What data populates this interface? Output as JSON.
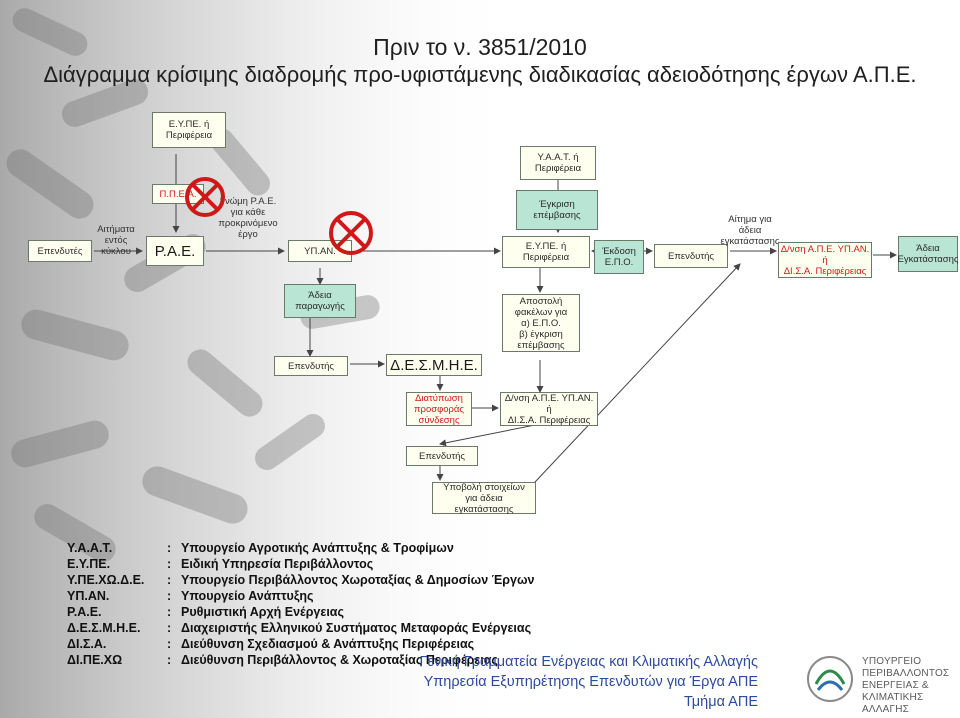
{
  "title_line1": "Πριν το ν. 3851/2010",
  "title_line2": "Διάγραμμα κρίσιμης διαδρομής προ-υφιστάμενης διαδικασίας αδειοδότησης έργων Α.Π.Ε.",
  "nodes": {
    "eype_top": "Ε.Υ.ΠΕ. ή\nΠεριφέρεια",
    "yaat": "Υ.Α.Α.Τ. ή\nΠεριφέρεια",
    "pepea": "Π.Π.Ε.Α.",
    "egkrisi_epemvasis": "Έγκριση\nεπέμβασης",
    "epend1": "Επενδυτές",
    "aitimata_label": "Αιτήματα\nεντός\nκύκλου",
    "rae": "Ρ.Α.Ε.",
    "gnomi_label": "Γνώμη Ρ.Α.Ε.\nγια κάθε\nπροκρινόμενο\nέργο",
    "ypan": "ΥΠ.ΑΝ.",
    "eype_mid": "Ε.Υ.ΠΕ. ή\nΠεριφέρεια",
    "ekdosi_epo": "Έκδοση\nΕ.Π.Ο.",
    "epend_right": "Επενδυτής",
    "aitima_label": "Αίτημα για\nάδεια\nεγκατάστασης",
    "dnsi_right": "Δ/νση Α.Π.Ε. ΥΠ.ΑΝ.\nή\nΔΙ.Σ.Α. Περιφέρειας",
    "adeia_egkatastasis": "Άδεια\nΕγκατάστασης",
    "adeia_paragogis": "Άδεια\nπαραγωγής",
    "apostoli": "Αποστολή\nφακέλων για\nα) Ε.Π.Ο.\nβ) έγκριση\nεπέμβασης",
    "epend_mid": "Επενδυτής",
    "desmie": "Δ.Ε.Σ.Μ.Η.Ε.",
    "diatyposi": "Διατύπωση\nπροσφοράς\nσύνδεσης",
    "dnsi_mid": "Δ/νση Α.Π.Ε. ΥΠ.ΑΝ.\nή\nΔΙ.Σ.Α. Περιφέρειας",
    "epend_low": "Επενδυτής",
    "ypovoli": "Υποβολή στοιχείων\nγια άδεια\nεγκατάστασης"
  },
  "legend": [
    {
      "abbr": "Υ.Α.Α.Τ.",
      "desc": "Υπουργείο Αγροτικής Ανάπτυξης & Τροφίμων"
    },
    {
      "abbr": "Ε.Υ.ΠΕ.",
      "desc": "Ειδική Υπηρεσία Περιβάλλοντος"
    },
    {
      "abbr": "Υ.ΠΕ.ΧΩ.Δ.Ε.",
      "desc": "Υπουργείο Περιβάλλοντος Χωροταξίας & Δημοσίων Έργων"
    },
    {
      "abbr": "ΥΠ.ΑΝ.",
      "desc": "Υπουργείο Ανάπτυξης"
    },
    {
      "abbr": "Ρ.Α.Ε.",
      "desc": "Ρυθμιστική Αρχή Ενέργειας"
    },
    {
      "abbr": "Δ.Ε.Σ.Μ.Η.Ε.",
      "desc": "Διαχειριστής Ελληνικού Συστήματος Μεταφοράς Ενέργειας"
    },
    {
      "abbr": "ΔΙ.Σ.Α.",
      "desc": "Διεύθυνση Σχεδιασμού & Ανάπτυξης Περιφέρειας"
    },
    {
      "abbr": "ΔΙ.ΠΕ.ΧΩ",
      "desc": "Διεύθυνση Περιβάλλοντος & Χωροταξίας Περιφέρειας"
    }
  ],
  "legend_colon": ":",
  "footer": {
    "line1": "Γενική Γραμματεία Ενέργειας και Κλιματικής Αλλαγής",
    "line2": "Υπηρεσία Εξυπηρέτησης Επενδυτών για Έργα ΑΠΕ",
    "line3": "Τμήμα ΑΠΕ"
  },
  "logo_text": "ΥΠΟΥΡΓΕΙΟ\nΠΕΡΙΒΑΛΛΟΝΤΟΣ\nΕΝΕΡΓΕΙΑΣ &\nΚΛΙΜΑΤΙΚΗΣ\nΑΛΛΑΓΗΣ",
  "colors": {
    "accent_red": "#d01818",
    "box_green": "#b9e6d4",
    "footer_blue": "#2e4a9e"
  }
}
